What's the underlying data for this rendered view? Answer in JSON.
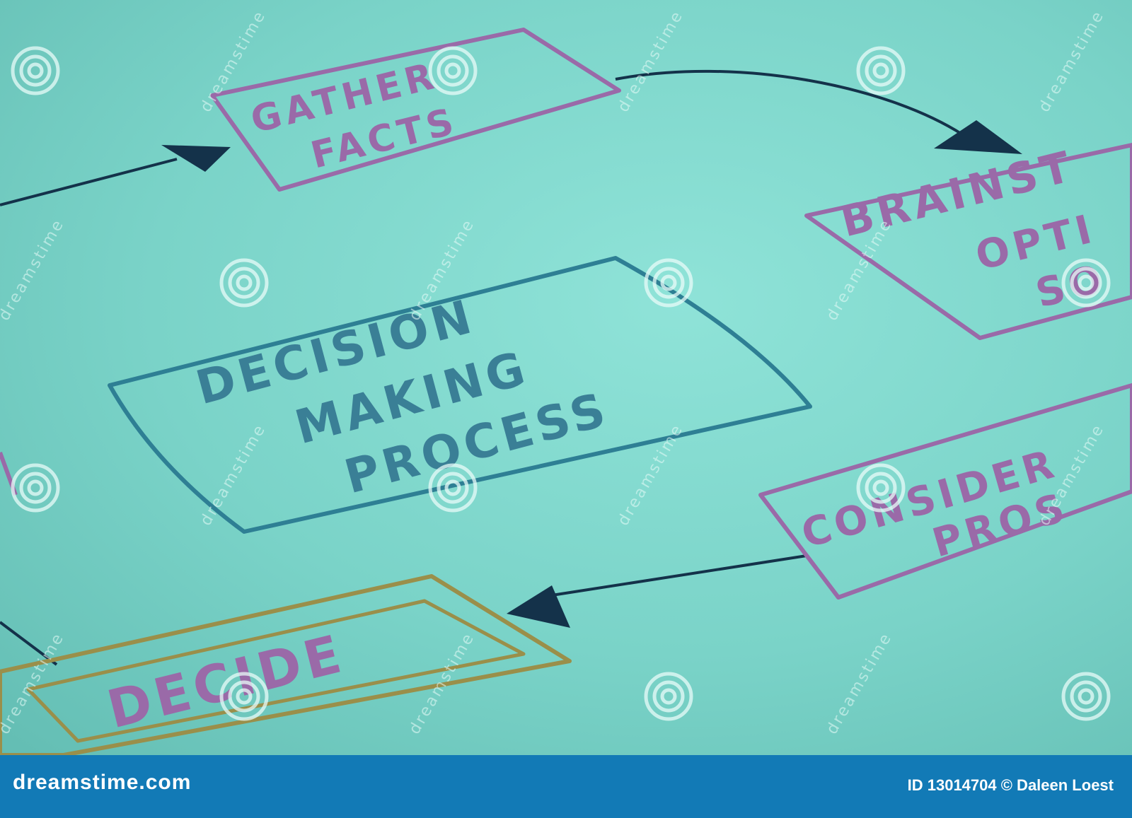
{
  "colors": {
    "background": "#7fd6cb",
    "central_box": "#2e7f94",
    "step_box": "#9a6aa8",
    "decide_box": "#9a8f4a",
    "arrow": "#14324a",
    "footer": "#127ab6"
  },
  "diagram": {
    "center": {
      "line1": "DECISION",
      "line2": "MAKING",
      "line3": "PROCESS"
    },
    "steps": [
      {
        "line1": "GATHER",
        "line2": "FACTS"
      },
      {
        "line1": "BRAINST",
        "line2": "OPTI",
        "line3": "SO"
      },
      {
        "line1": "CONSIDER",
        "line2": "PROS"
      },
      {
        "line1": "DECIDE"
      }
    ]
  },
  "watermark": {
    "text": "dreamstime",
    "icon": "spiral-logo-icon"
  },
  "footer": {
    "site": "dreamstime.com",
    "credit": "ID 13014704 © Daleen Loest"
  }
}
